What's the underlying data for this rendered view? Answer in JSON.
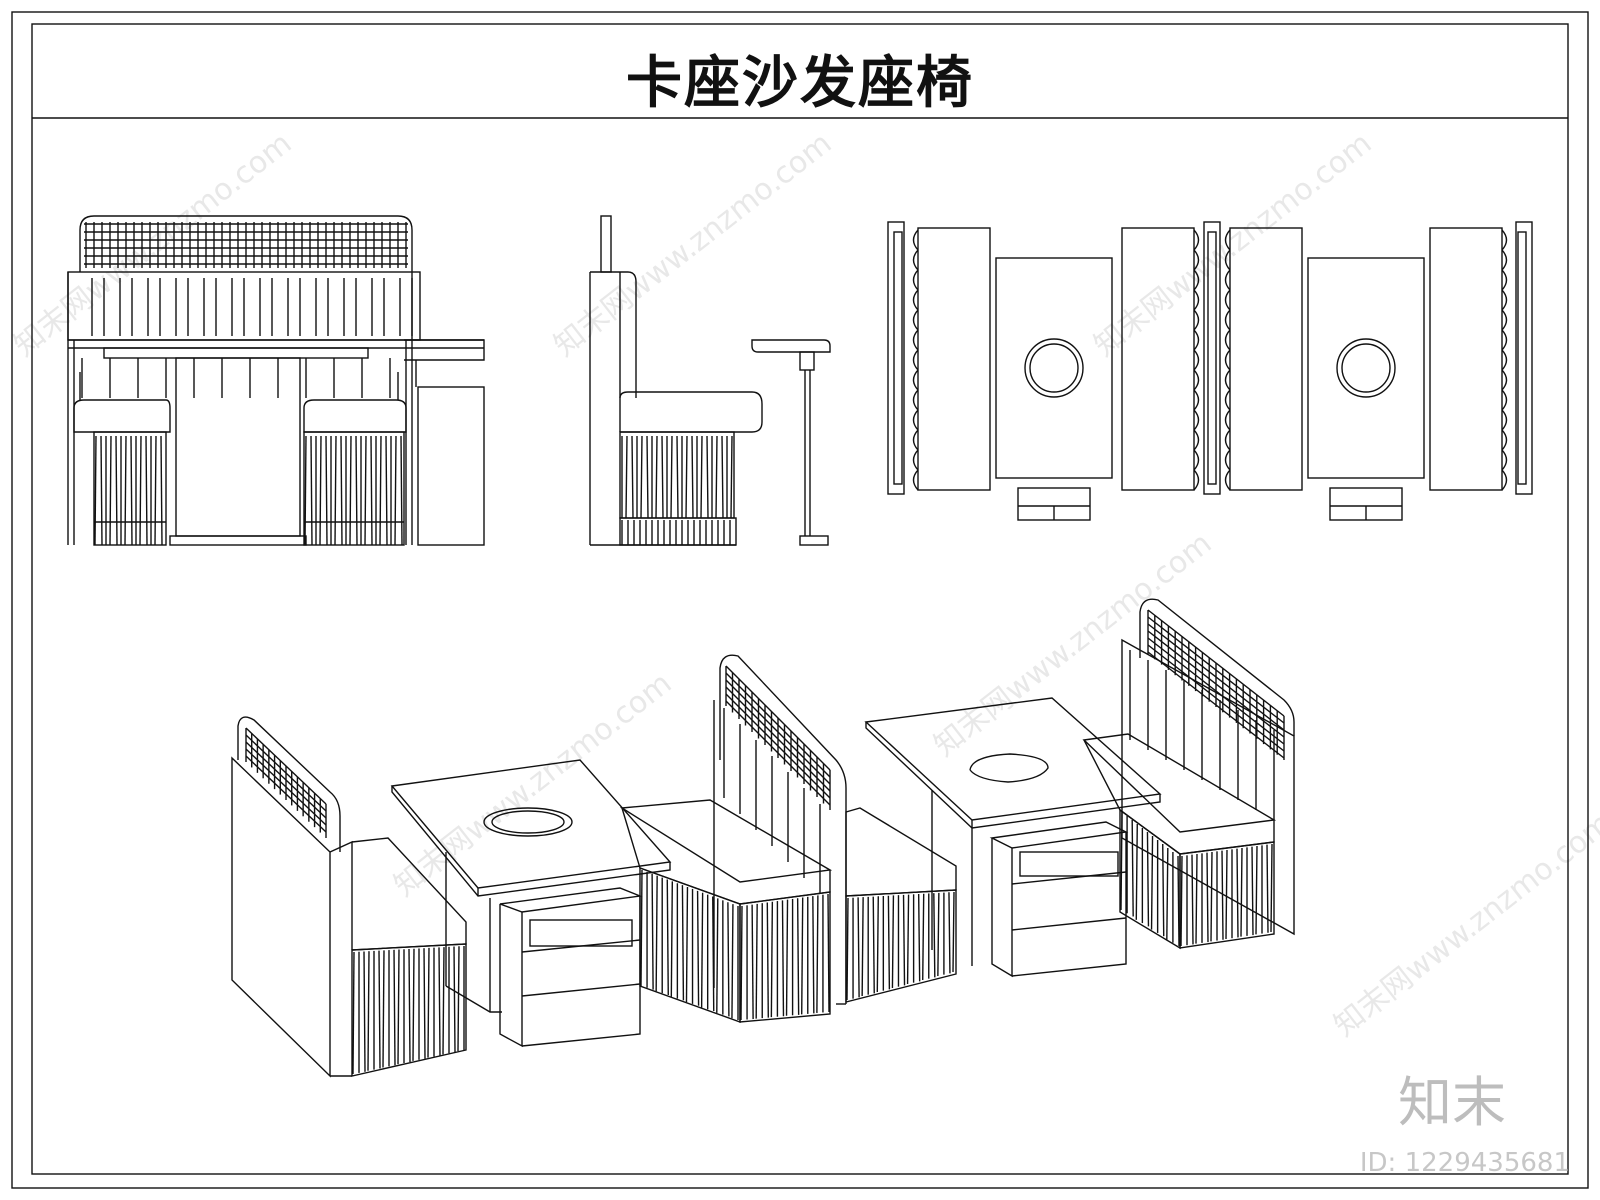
{
  "title": "卡座沙发座椅",
  "watermark": {
    "site": "知末网www.znzmo.com",
    "logo": "知末",
    "id": "ID: 1229435681"
  },
  "drawing": {
    "views": [
      "front-elevation",
      "side-elevation",
      "plan",
      "isometric"
    ],
    "line_color": "#111111",
    "background": "#ffffff"
  }
}
